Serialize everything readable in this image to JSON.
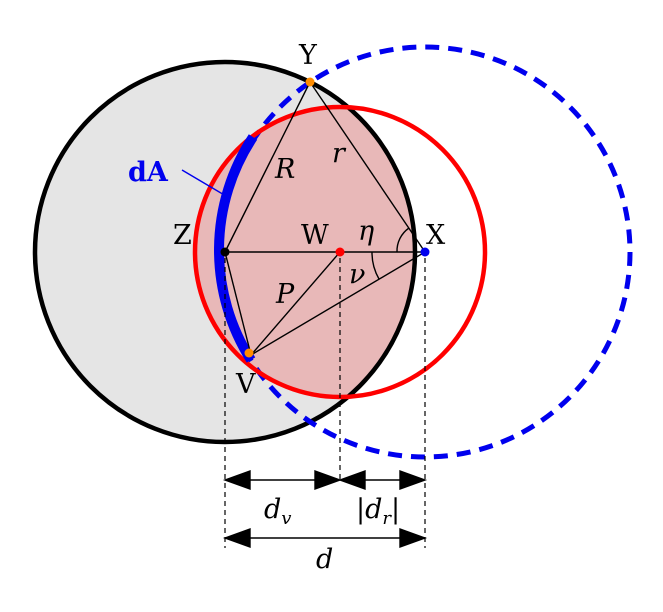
{
  "colors": {
    "big_circle_fill": "#e5e5e5",
    "big_circle_stroke": "#000000",
    "overlap_fill": "#e8b8b8",
    "red_circle": "#ff0000",
    "blue_dashed_circle": "#0000ee",
    "arc_dA": "#0000ee",
    "point_orange": "#ff8c00",
    "point_red": "#ff0000",
    "point_blue": "#0000ee",
    "point_black": "#000000"
  },
  "labels": {
    "Y": "Y",
    "Z": "Z",
    "W": "W",
    "X": "X",
    "V": "V",
    "R": "R",
    "r": "r",
    "P": "P",
    "eta": "η",
    "nu": "ν",
    "dA": "dA"
  },
  "dimensions": {
    "dv_main": "d",
    "dv_sub": "v",
    "dr_main": "|d",
    "dr_sub": "r",
    "dr_close": "|",
    "d": "d"
  }
}
